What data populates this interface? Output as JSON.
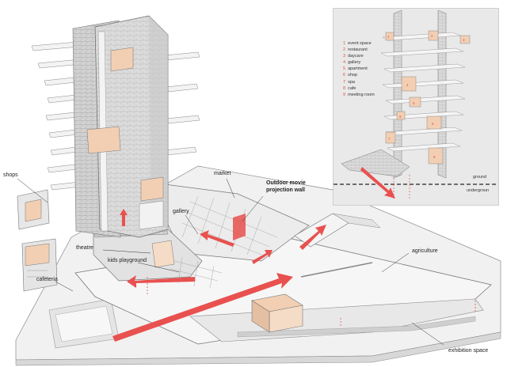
{
  "labels": {
    "shops": "shops",
    "market": "market",
    "outdoor_movie": "Outdoor movie",
    "projection_wall": "projection wall",
    "gallery": "gallery",
    "theatre": "theatre",
    "kids_playground": "kids playground",
    "cafeteria": "cafeteria",
    "agriculture": "agriculture",
    "exhibition_space": "exhibition space"
  },
  "inset": {
    "legend": [
      {
        "num": "1",
        "text": "event space"
      },
      {
        "num": "2",
        "text": "restaurant"
      },
      {
        "num": "3",
        "text": "daycare"
      },
      {
        "num": "4",
        "text": "gallery"
      },
      {
        "num": "5",
        "text": "apartment"
      },
      {
        "num": "6",
        "text": "shop"
      },
      {
        "num": "7",
        "text": "spa"
      },
      {
        "num": "8",
        "text": "cafe"
      },
      {
        "num": "9",
        "text": "meeting room"
      }
    ],
    "ground": "ground",
    "underground": "undergroun"
  },
  "colors": {
    "arrow_red": "#e8514f",
    "room_tan": "#f2cfb3",
    "stone": "#d9d9d9",
    "platform": "#eeeeee",
    "outline": "#555555"
  }
}
